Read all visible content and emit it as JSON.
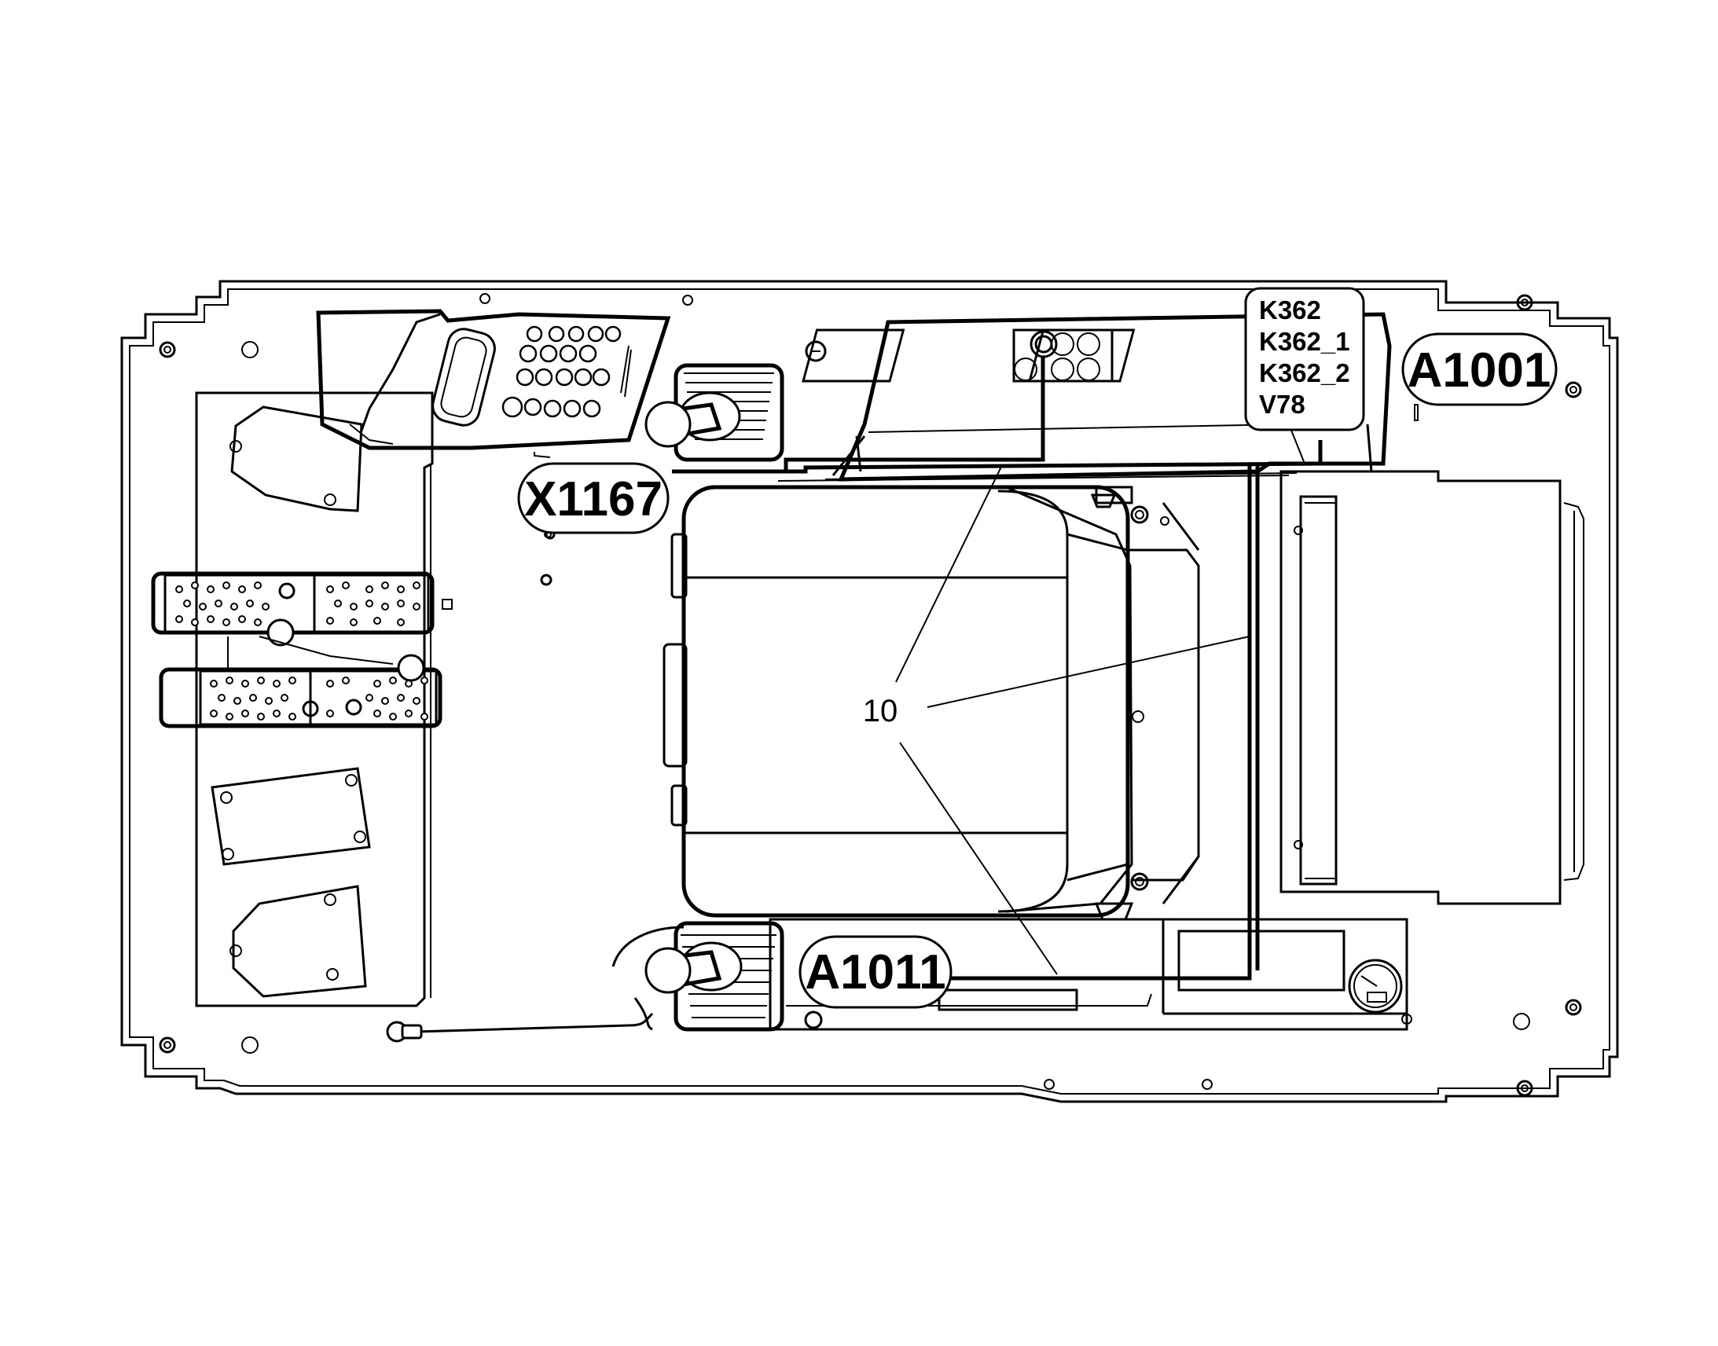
{
  "callouts": {
    "x1167": "X1167",
    "a1001": "A1001",
    "a1011": "A1011",
    "item_number": "10"
  },
  "component_list": [
    "K362",
    "K362_1",
    "K362_2",
    "V78"
  ]
}
